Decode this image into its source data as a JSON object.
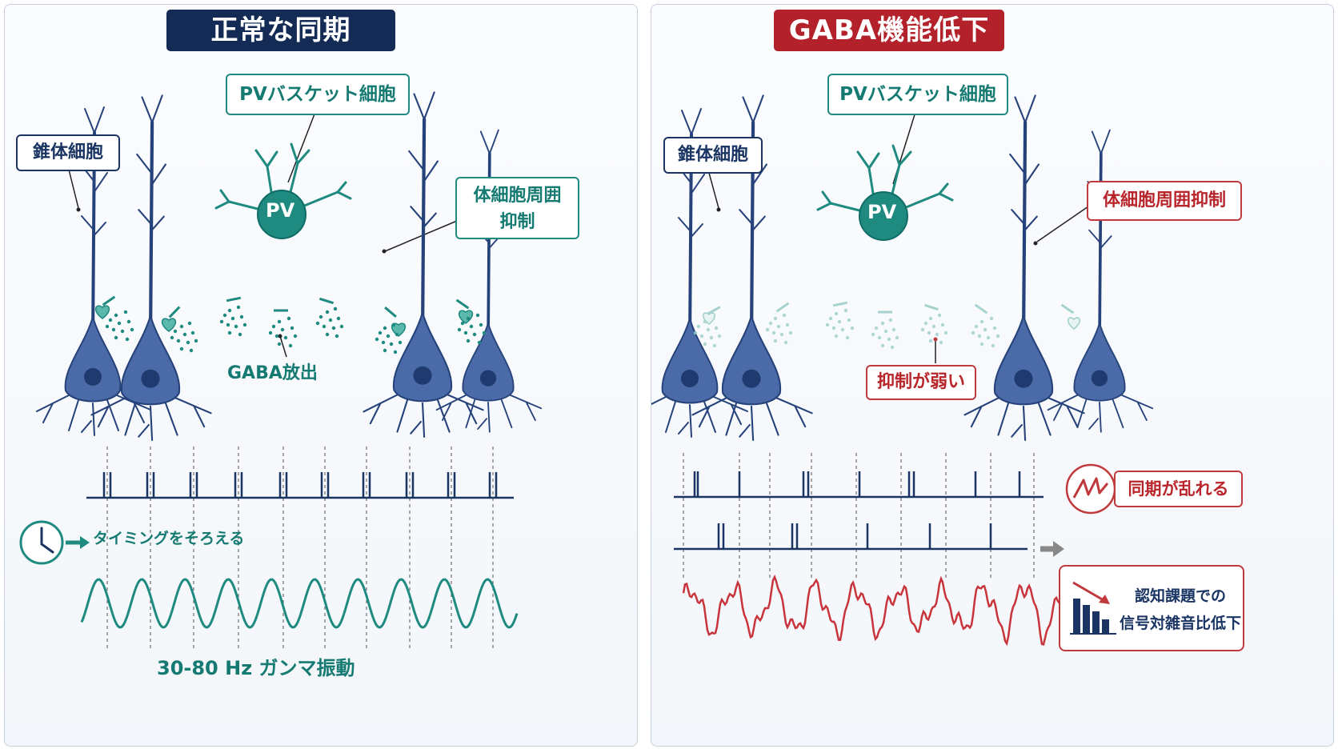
{
  "normal": {
    "title": "正常な同期",
    "pv_label": "PVバスケット細胞",
    "pyramidal_label": "錐体細胞",
    "perisomatic_label": "体細胞周囲\n抑制",
    "gaba_release": "GABA放出",
    "timing_label": "タイミングをそろえる",
    "oscillation_label": "30-80 Hz ガンマ振動",
    "soma_text": "PV"
  },
  "gaba_deficit": {
    "title": "GABA機能低下",
    "pv_label": "PVバスケット細胞",
    "pyramidal_label": "錐体細胞",
    "perisomatic_label": "体細胞周囲抑制",
    "weak_inhibition": "抑制が弱い",
    "desync_label": "同期が乱れる",
    "snr_label": "認知課題での\n信号対雑音比低下",
    "soma_text": "PV"
  },
  "colors": {
    "navy": "#1a3563",
    "teal": "#1e8a80",
    "red": "#c0393d",
    "neuron_fill": "#4a6aa8",
    "neuron_stroke": "#26427a"
  },
  "icons": {
    "clock": "clock-icon",
    "arrow": "arrow-right-icon",
    "zigzag": "zigzag-signal-icon",
    "bar_decline": "bar-chart-decline-icon"
  }
}
